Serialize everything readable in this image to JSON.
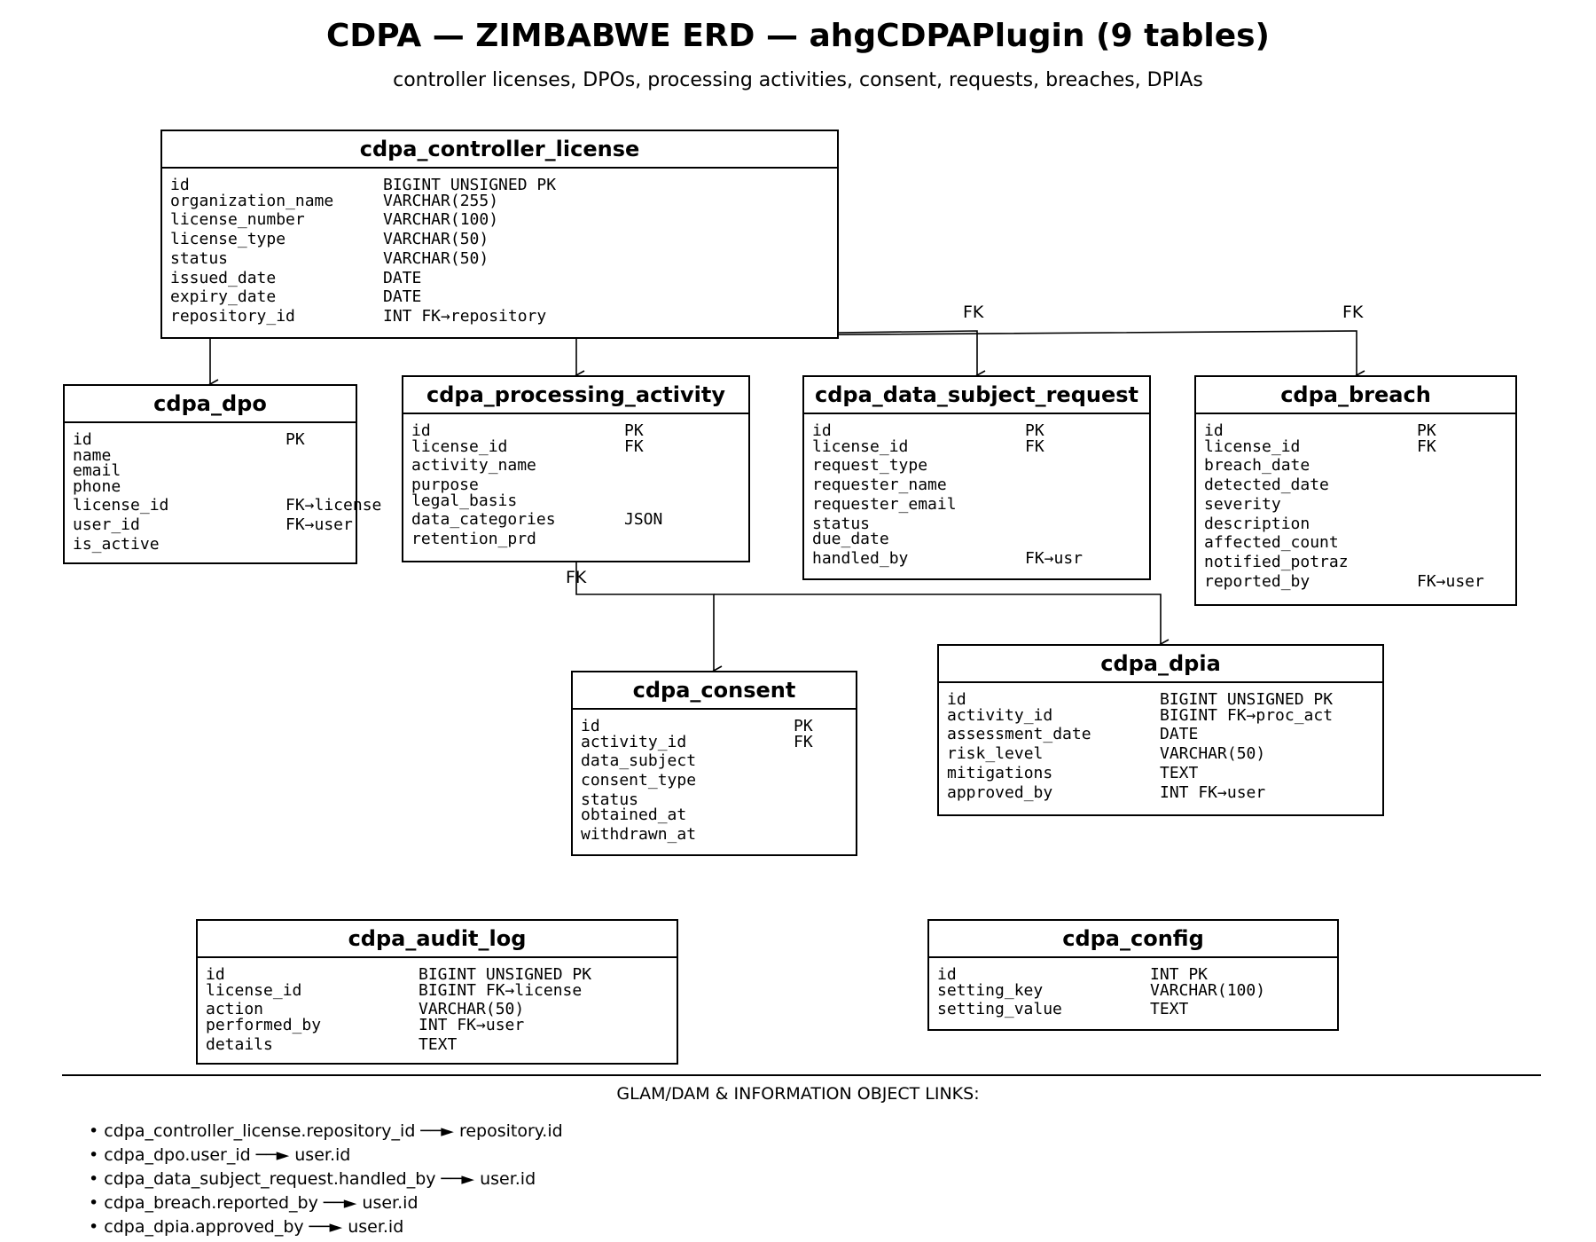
{
  "title": "CDPA — ZIMBABWE ERD — ahgCDPAPlugin (9 tables)",
  "subtitle": "controller licenses, DPOs, processing activities, consent, requests, breaches, DPIAs",
  "fk_label": "FK",
  "tables": {
    "controller_license": {
      "name": "cdpa_controller_license",
      "rows": [
        {
          "col": "id",
          "type": "BIGINT UNSIGNED  PK"
        },
        {
          "col": "organization_name",
          "type": "VARCHAR(255)"
        },
        {
          "col": "license_number",
          "type": "VARCHAR(100)"
        },
        {
          "col": "license_type",
          "type": "VARCHAR(50)"
        },
        {
          "col": "status",
          "type": "VARCHAR(50)"
        },
        {
          "col": "issued_date",
          "type": "DATE"
        },
        {
          "col": "expiry_date",
          "type": "DATE"
        },
        {
          "col": "repository_id",
          "type": "INT FK→repository"
        }
      ]
    },
    "dpo": {
      "name": "cdpa_dpo",
      "rows": [
        {
          "col": "id",
          "type": "PK"
        },
        {
          "col": "name",
          "type": ""
        },
        {
          "col": "email",
          "type": ""
        },
        {
          "col": "phone",
          "type": ""
        },
        {
          "col": "license_id",
          "type": "FK→license"
        },
        {
          "col": "user_id",
          "type": "FK→user"
        },
        {
          "col": "is_active",
          "type": ""
        }
      ]
    },
    "processing_activity": {
      "name": "cdpa_processing_activity",
      "rows": [
        {
          "col": "id",
          "type": "PK"
        },
        {
          "col": "license_id",
          "type": "FK"
        },
        {
          "col": "activity_name",
          "type": ""
        },
        {
          "col": "purpose",
          "type": ""
        },
        {
          "col": "legal_basis",
          "type": ""
        },
        {
          "col": "data_categories",
          "type": "JSON"
        },
        {
          "col": "retention_prd",
          "type": ""
        }
      ]
    },
    "data_subject_request": {
      "name": "cdpa_data_subject_request",
      "rows": [
        {
          "col": "id",
          "type": "PK"
        },
        {
          "col": "license_id",
          "type": "FK"
        },
        {
          "col": "request_type",
          "type": ""
        },
        {
          "col": "requester_name",
          "type": ""
        },
        {
          "col": "requester_email",
          "type": ""
        },
        {
          "col": "status",
          "type": ""
        },
        {
          "col": "due_date",
          "type": ""
        },
        {
          "col": "handled_by",
          "type": "FK→usr"
        }
      ]
    },
    "breach": {
      "name": "cdpa_breach",
      "rows": [
        {
          "col": "id",
          "type": "PK"
        },
        {
          "col": "license_id",
          "type": "FK"
        },
        {
          "col": "breach_date",
          "type": ""
        },
        {
          "col": "detected_date",
          "type": ""
        },
        {
          "col": "severity",
          "type": ""
        },
        {
          "col": "description",
          "type": ""
        },
        {
          "col": "affected_count",
          "type": ""
        },
        {
          "col": "notified_potraz",
          "type": ""
        },
        {
          "col": "reported_by",
          "type": "FK→user"
        }
      ]
    },
    "consent": {
      "name": "cdpa_consent",
      "rows": [
        {
          "col": "id",
          "type": "PK"
        },
        {
          "col": "activity_id",
          "type": "FK"
        },
        {
          "col": "data_subject",
          "type": ""
        },
        {
          "col": "consent_type",
          "type": ""
        },
        {
          "col": "status",
          "type": ""
        },
        {
          "col": "obtained_at",
          "type": ""
        },
        {
          "col": "withdrawn_at",
          "type": ""
        }
      ]
    },
    "dpia": {
      "name": "cdpa_dpia",
      "rows": [
        {
          "col": "id",
          "type": "BIGINT UNSIGNED PK"
        },
        {
          "col": "activity_id",
          "type": "BIGINT FK→proc_act"
        },
        {
          "col": "assessment_date",
          "type": "DATE"
        },
        {
          "col": "risk_level",
          "type": "VARCHAR(50)"
        },
        {
          "col": "mitigations",
          "type": "TEXT"
        },
        {
          "col": "approved_by",
          "type": "INT FK→user"
        }
      ]
    },
    "audit_log": {
      "name": "cdpa_audit_log",
      "rows": [
        {
          "col": "id",
          "type": "BIGINT UNSIGNED PK"
        },
        {
          "col": "license_id",
          "type": "BIGINT FK→license"
        },
        {
          "col": "action",
          "type": "VARCHAR(50)"
        },
        {
          "col": "performed_by",
          "type": "INT FK→user"
        },
        {
          "col": "details",
          "type": "TEXT"
        }
      ]
    },
    "config": {
      "name": "cdpa_config",
      "rows": [
        {
          "col": "id",
          "type": "INT PK"
        },
        {
          "col": "setting_key",
          "type": "VARCHAR(100)"
        },
        {
          "col": "setting_value",
          "type": "TEXT"
        }
      ]
    }
  },
  "links_section": {
    "title": "GLAM/DAM & INFORMATION OBJECT LINKS:",
    "items": [
      "• cdpa_controller_license.repository_id ──► repository.id",
      "• cdpa_dpo.user_id ──► user.id",
      "• cdpa_data_subject_request.handled_by ──► user.id",
      "• cdpa_breach.reported_by ──► user.id",
      "• cdpa_dpia.approved_by ──► user.id"
    ]
  }
}
